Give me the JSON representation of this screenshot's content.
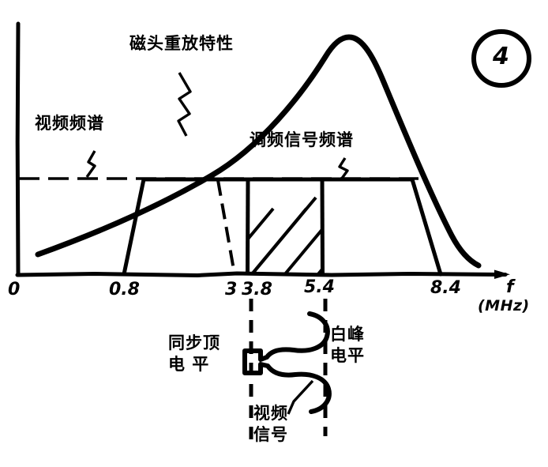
{
  "figure": {
    "number_label": "4",
    "title_annotations": {
      "head_response": "磁头重放特性",
      "video_spectrum": "视频频谱",
      "fm_signal_spectrum": "调频信号频谱"
    }
  },
  "axes": {
    "x_axis": {
      "variable": "f",
      "unit": "(MHz)",
      "ticks": [
        {
          "label": "0",
          "value": 0,
          "x": 22
        },
        {
          "label": "0.8",
          "value": 0.8,
          "x": 155
        },
        {
          "label": "3",
          "value": 3,
          "x": 296
        },
        {
          "label": "3.8",
          "value": 3.8,
          "x": 318
        },
        {
          "label": "5.4",
          "value": 5.4,
          "x": 408
        },
        {
          "label": "8.4",
          "value": 8.4,
          "x": 558
        }
      ]
    }
  },
  "lower_panel": {
    "sync_tip_level": "同步顶\n电  平",
    "sync_tip_level_line1": "同步顶",
    "sync_tip_level_line2": "电  平",
    "white_peak_level_line1": "白峰",
    "white_peak_level_line2": "电平",
    "video_signal_line1": "视频",
    "video_signal_line2": "信号"
  },
  "chart_data": {
    "type": "line",
    "title": "磁头重放特性与调频信号频谱",
    "xlabel": "f (MHz)",
    "ylabel": "",
    "xlim": [
      0,
      9.6
    ],
    "ylim": [
      0,
      1.0
    ],
    "grid": false,
    "legend_position": "annotations",
    "series": [
      {
        "name": "磁头重放特性",
        "type": "line",
        "comment": "head playback response curve, rises from ~0.2 MHz, peaks near 6.9 MHz, falls to ~9.1 MHz",
        "x": [
          0.18,
          1.0,
          2.0,
          3.0,
          4.0,
          5.0,
          6.0,
          6.6,
          6.9,
          7.2,
          7.6,
          8.2,
          8.7,
          9.1
        ],
        "y": [
          0.078,
          0.265,
          0.395,
          0.525,
          0.655,
          0.785,
          0.915,
          0.975,
          0.985,
          0.965,
          0.885,
          0.665,
          0.41,
          0.205
        ]
      },
      {
        "name": "调频信号频谱",
        "type": "trapezoid_band",
        "comment": "FM carrier band: flat plateau at dashed reference level between 1.05 and 7.45 MHz with sloping skirts",
        "x": [
          0.8,
          1.05,
          7.45,
          8.4
        ],
        "y": [
          0.0,
          0.7,
          0.7,
          0.0
        ],
        "plateau_level": 0.7
      },
      {
        "name": "视频频谱",
        "type": "dashed_edge",
        "comment": "video baseband spectrum upper edge, dashed slanted line near 3 MHz",
        "x": [
          2.55,
          3.0
        ],
        "y": [
          0.7,
          0.0
        ]
      },
      {
        "name": "hatched_region",
        "type": "hatched_band",
        "comment": "cross-hatched area between 3.8 MHz (sync tip) and 5.4 MHz (white peak)",
        "x": [
          3.8,
          5.4
        ],
        "y": [
          0.0,
          0.7
        ]
      }
    ],
    "reference_lines": [
      {
        "name": "plateau_level",
        "orientation": "horizontal",
        "style": "dashed",
        "y": 0.7
      },
      {
        "name": "sync_tip_marker",
        "orientation": "vertical",
        "style": "dashed",
        "x": 3.8
      },
      {
        "name": "white_peak_marker",
        "orientation": "vertical",
        "style": "dashed",
        "x": 5.4
      }
    ],
    "annotations": [
      {
        "text": "磁头重放特性",
        "target_x": 3.4,
        "target_y": 0.63
      },
      {
        "text": "视频频谱",
        "target_x": 1.6,
        "target_y": 0.7
      },
      {
        "text": "调频信号频谱",
        "target_x": 6.2,
        "target_y": 0.7
      },
      {
        "text": "同步顶电平",
        "target_x": 3.8,
        "target_y": -0.35
      },
      {
        "text": "白峰电平",
        "target_x": 5.4,
        "target_y": -0.35
      },
      {
        "text": "视频信号",
        "target_x": 4.6,
        "target_y": -0.95
      }
    ]
  }
}
